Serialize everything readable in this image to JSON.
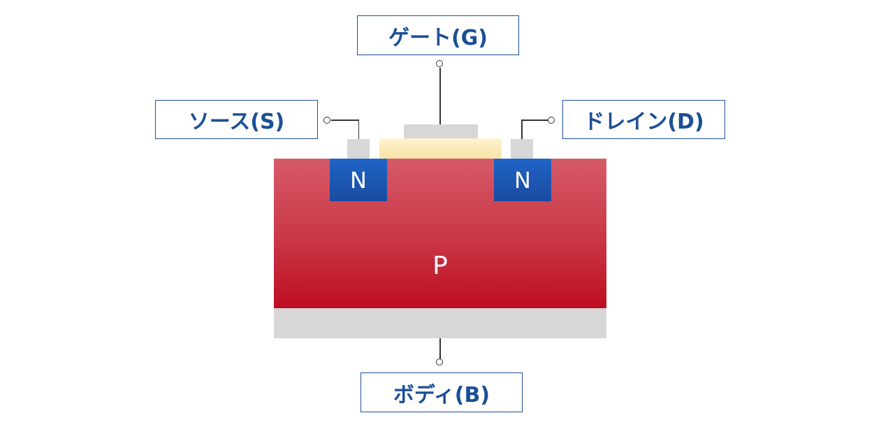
{
  "terminals": {
    "gate": "ゲート(G)",
    "source": "ソース(S)",
    "drain": "ドレイン(D)",
    "body": "ボディ(B)"
  },
  "regions": {
    "source_n": "N",
    "drain_n": "N",
    "substrate": "P"
  },
  "colors": {
    "label_text": "#1a4f96",
    "label_border": "#1e4f96",
    "substrate_top": "#d65a68",
    "substrate_bottom": "#bd0e20",
    "n_region": "#1f5bb8",
    "oxide": "#fbebbd",
    "metal": "#d7d7d7",
    "wire": "#333333"
  }
}
